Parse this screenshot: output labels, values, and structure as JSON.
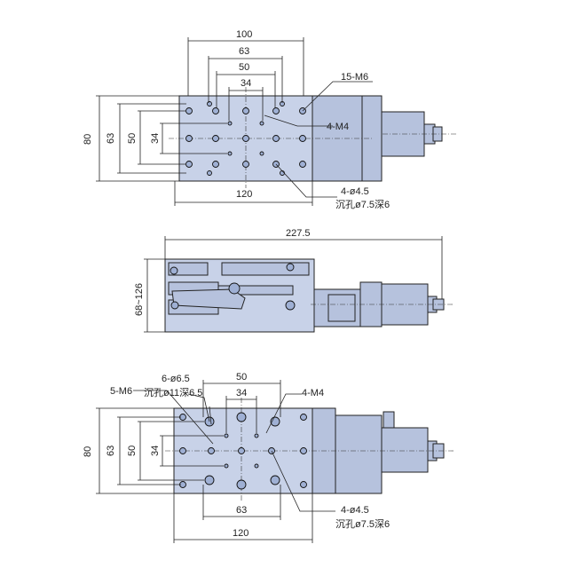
{
  "views": {
    "top": {
      "dims": {
        "w100": "100",
        "w63": "63",
        "w50": "50",
        "w34": "34",
        "h80": "80",
        "h63": "63",
        "h50": "50",
        "h34": "34",
        "w120": "120"
      },
      "callouts": {
        "m6": "15-M6",
        "m4": "4-M4",
        "phi45": "4-ø4.5",
        "counterbore": "沉孔ø7.5深6"
      }
    },
    "side": {
      "dims": {
        "length": "227.5",
        "height": "68~126"
      }
    },
    "bottom": {
      "dims": {
        "w50": "50",
        "w34": "34",
        "h80": "80",
        "h63": "63",
        "h50": "50",
        "h34": "34",
        "w63": "63",
        "w120": "120"
      },
      "callouts": {
        "m6": "5-M6",
        "phi65": "6-ø6.5",
        "counterbore11": "沉孔ø11深6.5",
        "m4": "4-M4",
        "phi45": "4-ø4.5",
        "counterbore": "沉孔ø7.5深6"
      }
    }
  }
}
